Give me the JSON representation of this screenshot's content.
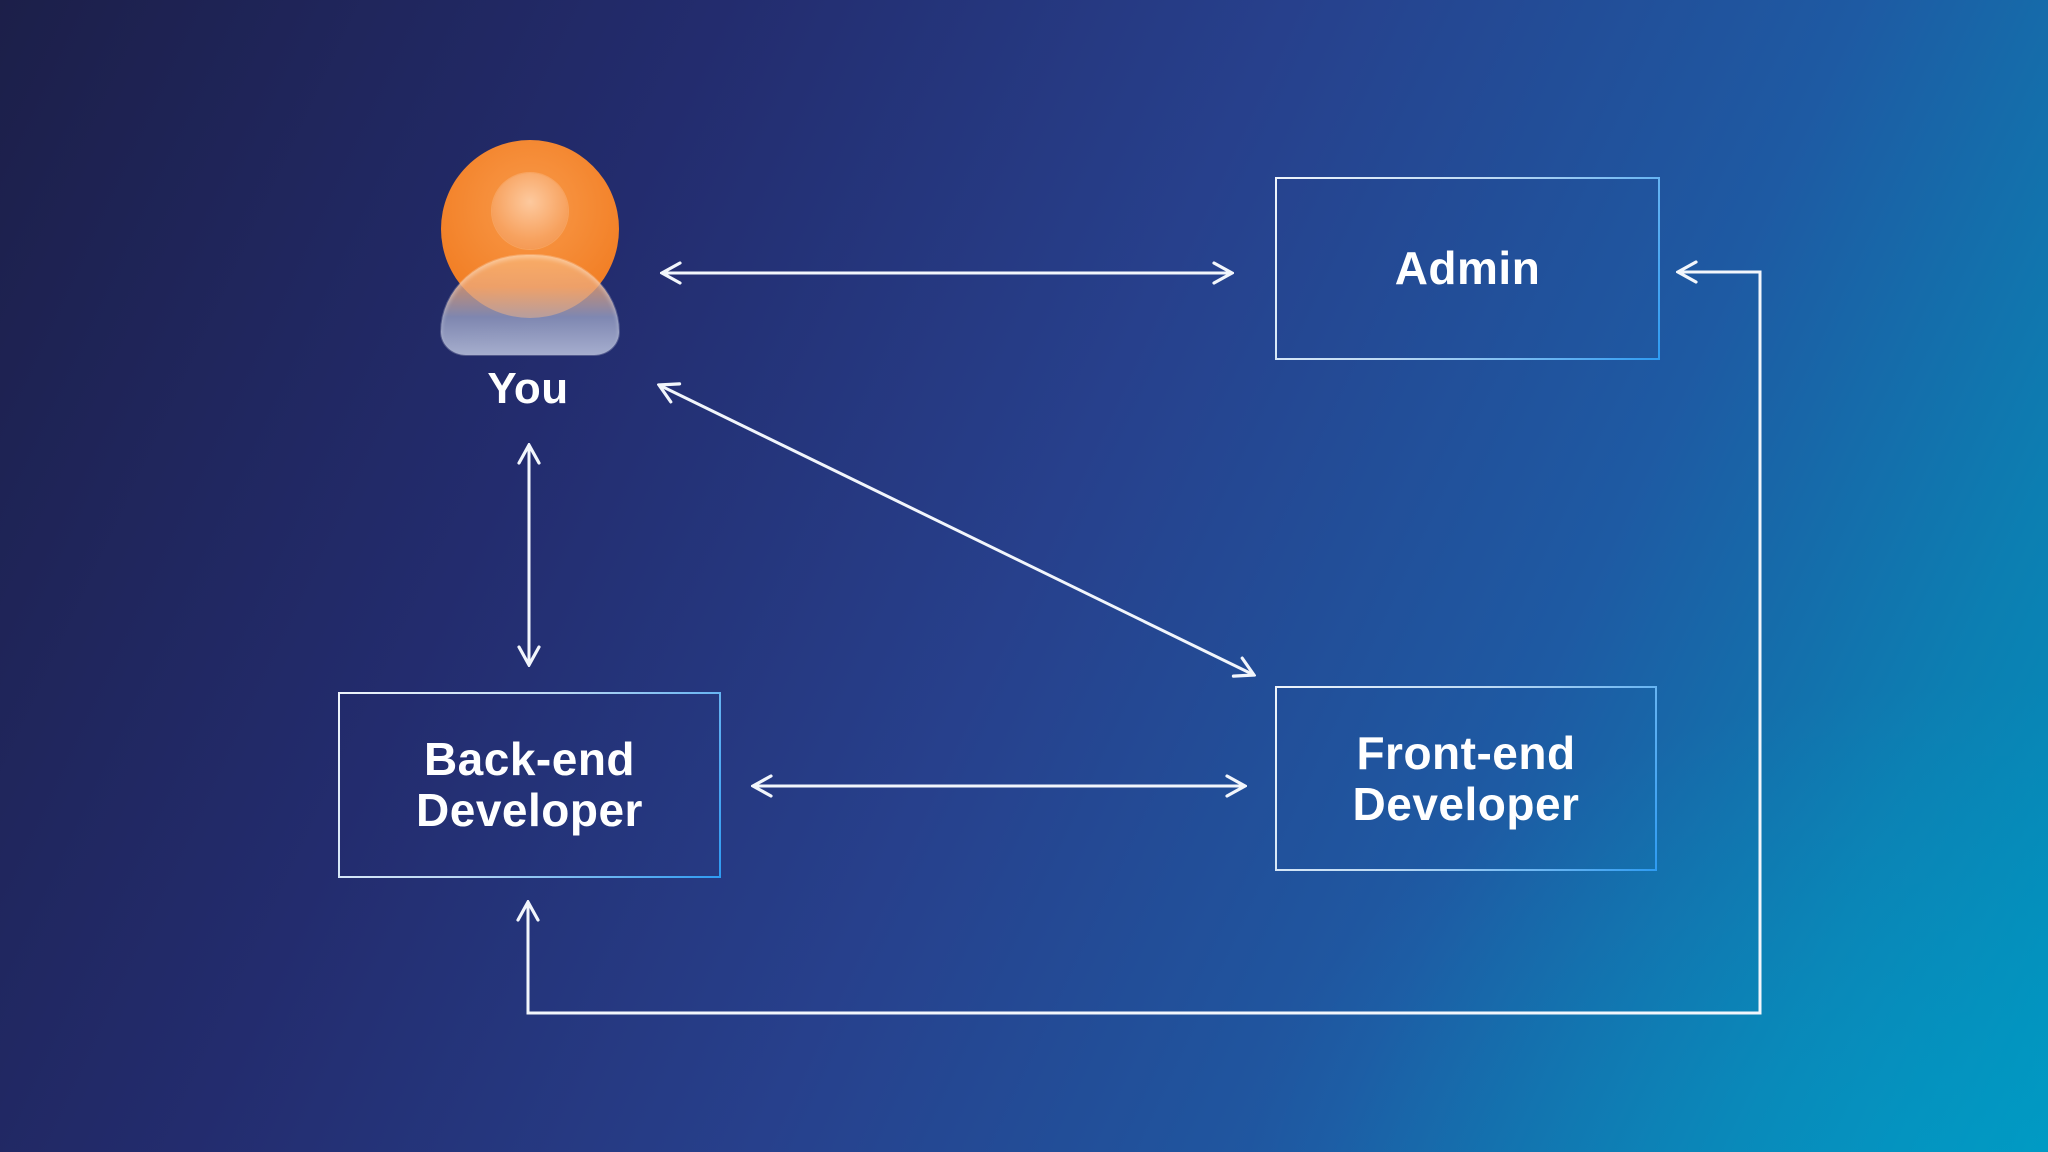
{
  "colors": {
    "bg_top_left": "#1c1f49",
    "bg_bottom_left": "#2a3d8f",
    "bg_top_right": "#1e5aa3",
    "bg_bottom_right": "#0092bc",
    "border_light": "#eef4fb",
    "border_blue": "#2e9bf2",
    "arrow": "#f2f6fc",
    "text": "#ffffff",
    "avatar_orange": "#f28027",
    "avatar_head": "#f7a25f",
    "avatar_body": "#aab3d2"
  },
  "diagram": {
    "nodes": {
      "you": {
        "label": "You",
        "type": "avatar",
        "icon": "person-avatar-icon"
      },
      "admin": {
        "label": "Admin",
        "type": "box"
      },
      "backend": {
        "label": "Back-end Developer",
        "type": "box"
      },
      "frontend": {
        "label": "Front-end Developer",
        "type": "box"
      }
    },
    "edges": [
      {
        "from": "you",
        "to": "admin",
        "style": "double-arrow",
        "route": "horizontal"
      },
      {
        "from": "you",
        "to": "backend",
        "style": "double-arrow",
        "route": "vertical"
      },
      {
        "from": "you",
        "to": "frontend",
        "style": "double-arrow",
        "route": "diagonal"
      },
      {
        "from": "backend",
        "to": "frontend",
        "style": "double-arrow",
        "route": "horizontal"
      },
      {
        "from": "backend",
        "to": "admin",
        "style": "double-arrow",
        "route": "bottom-right-elbow"
      }
    ]
  }
}
